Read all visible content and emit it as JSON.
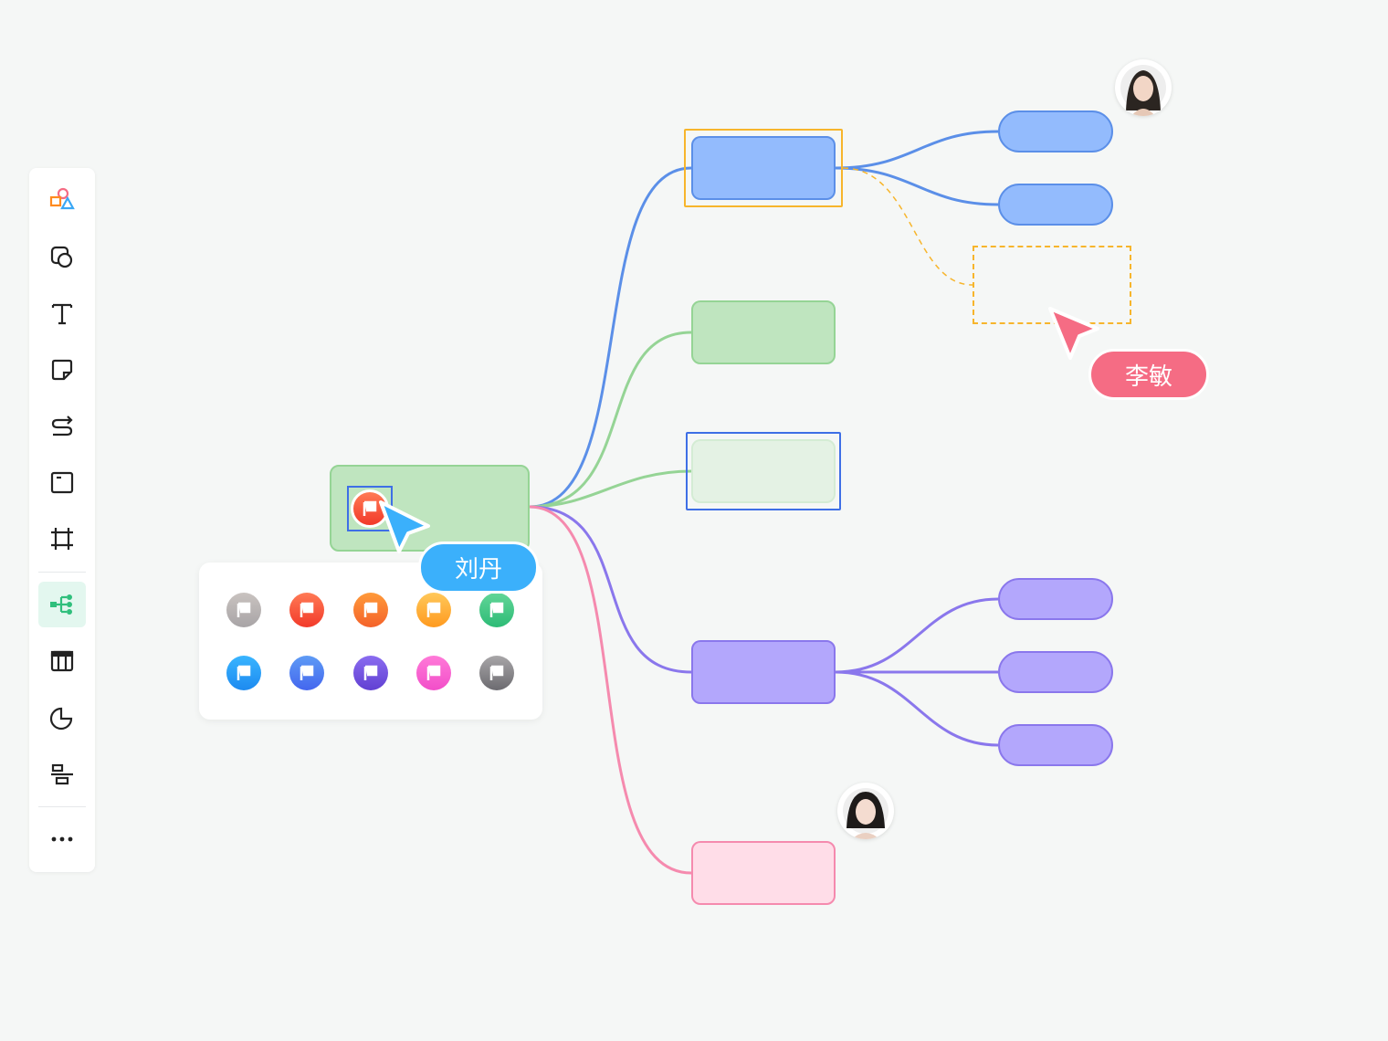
{
  "toolbar": {
    "items": [
      {
        "name": "shapes",
        "icon": "shapes-icon"
      },
      {
        "name": "shape-library",
        "icon": "shape-library-icon"
      },
      {
        "name": "text",
        "icon": "text-icon"
      },
      {
        "name": "sticky-note",
        "icon": "sticky-note-icon"
      },
      {
        "name": "connector",
        "icon": "connector-icon"
      },
      {
        "name": "frame",
        "icon": "frame-icon"
      },
      {
        "name": "crop",
        "icon": "crop-icon"
      },
      {
        "name": "mindmap",
        "icon": "mindmap-icon",
        "active": true
      },
      {
        "name": "table",
        "icon": "table-icon"
      },
      {
        "name": "chart",
        "icon": "pie-chart-icon"
      },
      {
        "name": "align",
        "icon": "align-icon"
      },
      {
        "name": "more",
        "icon": "more-icon"
      }
    ]
  },
  "collaborators": [
    {
      "name": "刘丹",
      "color": "#3bb0fb"
    },
    {
      "name": "李敏",
      "color": "#f56c84"
    }
  ],
  "colors": {
    "blue": "#5b8fe8",
    "green": "#95d495",
    "purple": "#8a77ec",
    "pink": "#f58aae",
    "selection": "#f7b52c"
  },
  "flag_palette": [
    "gray",
    "red",
    "orange",
    "yellow",
    "green",
    "blue",
    "indigo",
    "purple",
    "magenta",
    "dark-gray"
  ]
}
